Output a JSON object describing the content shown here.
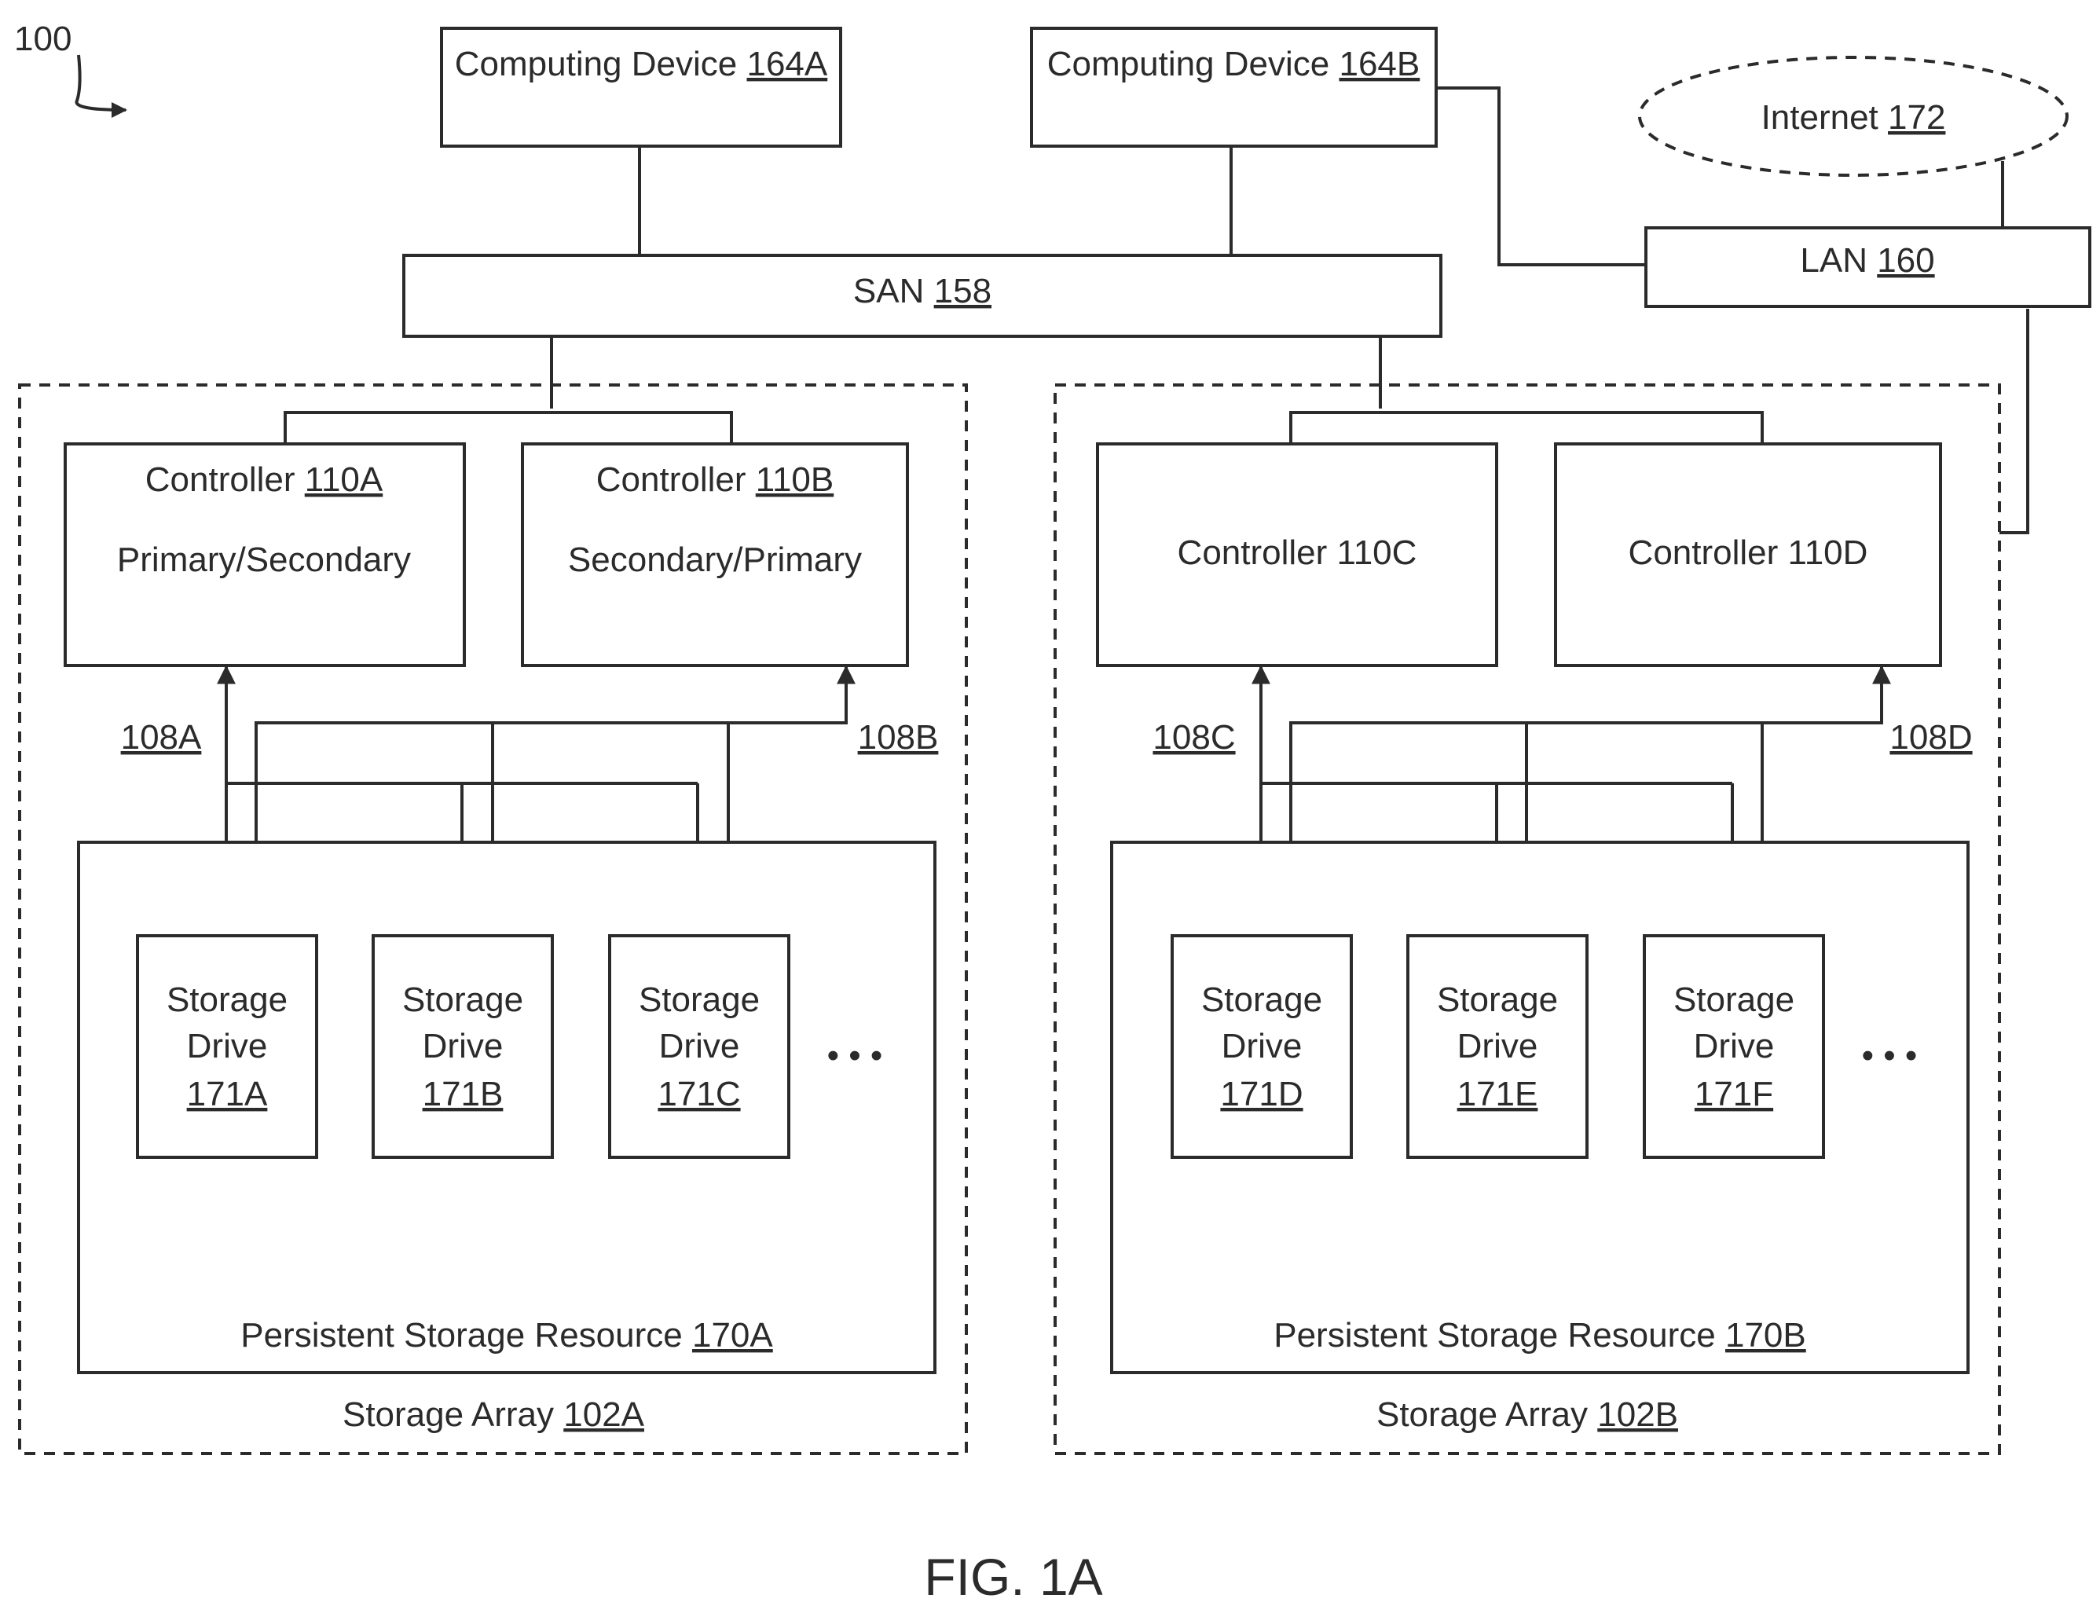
{
  "figure_ref": "100",
  "figure_caption": "FIG. 1A",
  "devices": {
    "a": {
      "label": "Computing Device",
      "ref": "164A"
    },
    "b": {
      "label": "Computing Device",
      "ref": "164B"
    }
  },
  "internet": {
    "label": "Internet",
    "ref": "172"
  },
  "lan": {
    "label": "LAN",
    "ref": "160"
  },
  "san": {
    "label": "SAN",
    "ref": "158"
  },
  "arrays": [
    {
      "label": "Storage Array",
      "ref": "102A",
      "controllers": [
        {
          "label": "Controller",
          "ref": "110A",
          "role": "Primary/Secondary"
        },
        {
          "label": "Controller",
          "ref": "110B",
          "role": "Secondary/Primary"
        }
      ],
      "links": [
        "108A",
        "108B"
      ],
      "resource": {
        "label": "Persistent Storage Resource",
        "ref": "170A"
      },
      "drives": [
        {
          "line1": "Storage",
          "line2": "Drive",
          "ref": "171A"
        },
        {
          "line1": "Storage",
          "line2": "Drive",
          "ref": "171B"
        },
        {
          "line1": "Storage",
          "line2": "Drive",
          "ref": "171C"
        }
      ],
      "ellipsis": "• • •"
    },
    {
      "label": "Storage Array",
      "ref": "102B",
      "controllers": [
        {
          "label": "Controller 110C"
        },
        {
          "label": "Controller 110D"
        }
      ],
      "links": [
        "108C",
        "108D"
      ],
      "resource": {
        "label": "Persistent Storage Resource",
        "ref": "170B"
      },
      "drives": [
        {
          "line1": "Storage",
          "line2": "Drive",
          "ref": "171D"
        },
        {
          "line1": "Storage",
          "line2": "Drive",
          "ref": "171E"
        },
        {
          "line1": "Storage",
          "line2": "Drive",
          "ref": "171F"
        }
      ],
      "ellipsis": "• • •"
    }
  ]
}
